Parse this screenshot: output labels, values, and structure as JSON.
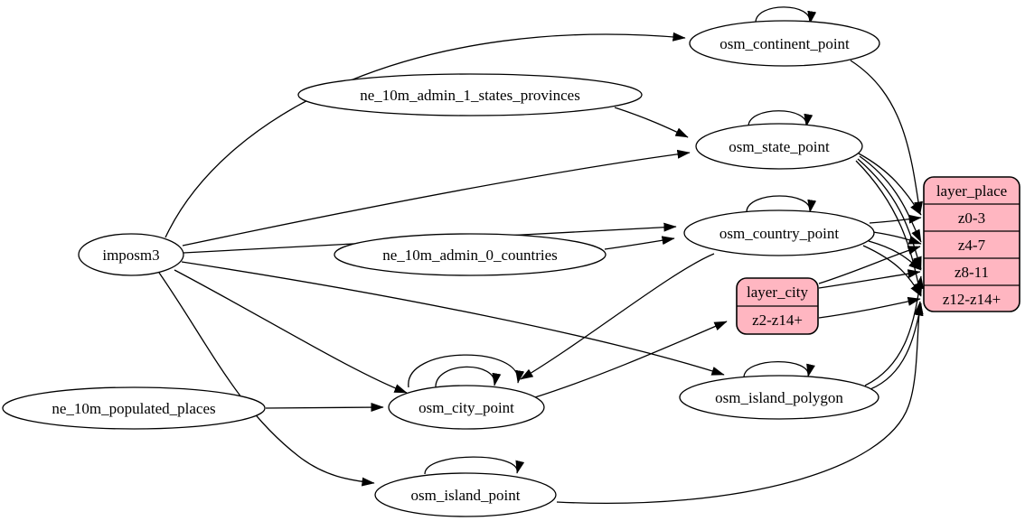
{
  "diagram": {
    "type": "etl-graph",
    "colors": {
      "background": "#ffffff",
      "node_fill": "#ffffff",
      "record_fill": "#ffb6c1",
      "stroke": "#000000",
      "text": "#000000"
    },
    "nodes": {
      "imposm3": {
        "label": "imposm3",
        "shape": "ellipse"
      },
      "ne_10m_admin_1_states_provinces": {
        "label": "ne_10m_admin_1_states_provinces",
        "shape": "ellipse"
      },
      "ne_10m_admin_0_countries": {
        "label": "ne_10m_admin_0_countries",
        "shape": "ellipse"
      },
      "ne_10m_populated_places": {
        "label": "ne_10m_populated_places",
        "shape": "ellipse"
      },
      "osm_continent_point": {
        "label": "osm_continent_point",
        "shape": "ellipse"
      },
      "osm_state_point": {
        "label": "osm_state_point",
        "shape": "ellipse"
      },
      "osm_country_point": {
        "label": "osm_country_point",
        "shape": "ellipse"
      },
      "osm_city_point": {
        "label": "osm_city_point",
        "shape": "ellipse"
      },
      "osm_island_polygon": {
        "label": "osm_island_polygon",
        "shape": "ellipse"
      },
      "osm_island_point": {
        "label": "osm_island_point",
        "shape": "ellipse"
      }
    },
    "records": {
      "layer_city": {
        "title": "layer_city",
        "rows": [
          "z2-z14+"
        ]
      },
      "layer_place": {
        "title": "layer_place",
        "rows": [
          "z0-3",
          "z4-7",
          "z8-11",
          "z12-z14+"
        ]
      }
    },
    "edges": [
      {
        "from": "imposm3",
        "to": "osm_continent_point"
      },
      {
        "from": "imposm3",
        "to": "osm_state_point"
      },
      {
        "from": "imposm3",
        "to": "osm_country_point"
      },
      {
        "from": "imposm3",
        "to": "osm_city_point"
      },
      {
        "from": "imposm3",
        "to": "osm_island_polygon"
      },
      {
        "from": "imposm3",
        "to": "osm_island_point"
      },
      {
        "from": "ne_10m_admin_1_states_provinces",
        "to": "osm_state_point"
      },
      {
        "from": "ne_10m_admin_0_countries",
        "to": "osm_country_point"
      },
      {
        "from": "ne_10m_populated_places",
        "to": "osm_city_point"
      },
      {
        "from": "osm_continent_point",
        "to": "osm_continent_point"
      },
      {
        "from": "osm_state_point",
        "to": "osm_state_point"
      },
      {
        "from": "osm_country_point",
        "to": "osm_country_point"
      },
      {
        "from": "osm_city_point",
        "to": "osm_city_point"
      },
      {
        "from": "osm_city_point",
        "to": "osm_city_point"
      },
      {
        "from": "osm_island_polygon",
        "to": "osm_island_polygon"
      },
      {
        "from": "osm_island_point",
        "to": "osm_island_point"
      },
      {
        "from": "osm_country_point",
        "to": "osm_city_point"
      },
      {
        "from": "osm_city_point",
        "to": "layer_city",
        "to_port": "z2-z14+"
      },
      {
        "from": "osm_continent_point",
        "to": "layer_place",
        "to_port": "z0-3"
      },
      {
        "from": "osm_state_point",
        "to": "layer_place",
        "to_port": "z0-3"
      },
      {
        "from": "osm_state_point",
        "to": "layer_place",
        "to_port": "z4-7"
      },
      {
        "from": "osm_state_point",
        "to": "layer_place",
        "to_port": "z8-11"
      },
      {
        "from": "osm_state_point",
        "to": "layer_place",
        "to_port": "z12-z14+"
      },
      {
        "from": "osm_country_point",
        "to": "layer_place",
        "to_port": "z0-3"
      },
      {
        "from": "osm_country_point",
        "to": "layer_place",
        "to_port": "z4-7"
      },
      {
        "from": "osm_country_point",
        "to": "layer_place",
        "to_port": "z8-11"
      },
      {
        "from": "osm_country_point",
        "to": "layer_place",
        "to_port": "z12-z14+"
      },
      {
        "from": "layer_city",
        "to": "layer_place",
        "to_port": "z4-7"
      },
      {
        "from": "layer_city",
        "to": "layer_place",
        "to_port": "z8-11"
      },
      {
        "from": "layer_city",
        "to": "layer_place",
        "to_port": "z12-z14+"
      },
      {
        "from": "osm_island_polygon",
        "to": "layer_place",
        "to_port": "z8-11"
      },
      {
        "from": "osm_island_polygon",
        "to": "layer_place",
        "to_port": "z12-z14+"
      },
      {
        "from": "osm_island_point",
        "to": "layer_place",
        "to_port": "z12-z14+"
      }
    ]
  }
}
